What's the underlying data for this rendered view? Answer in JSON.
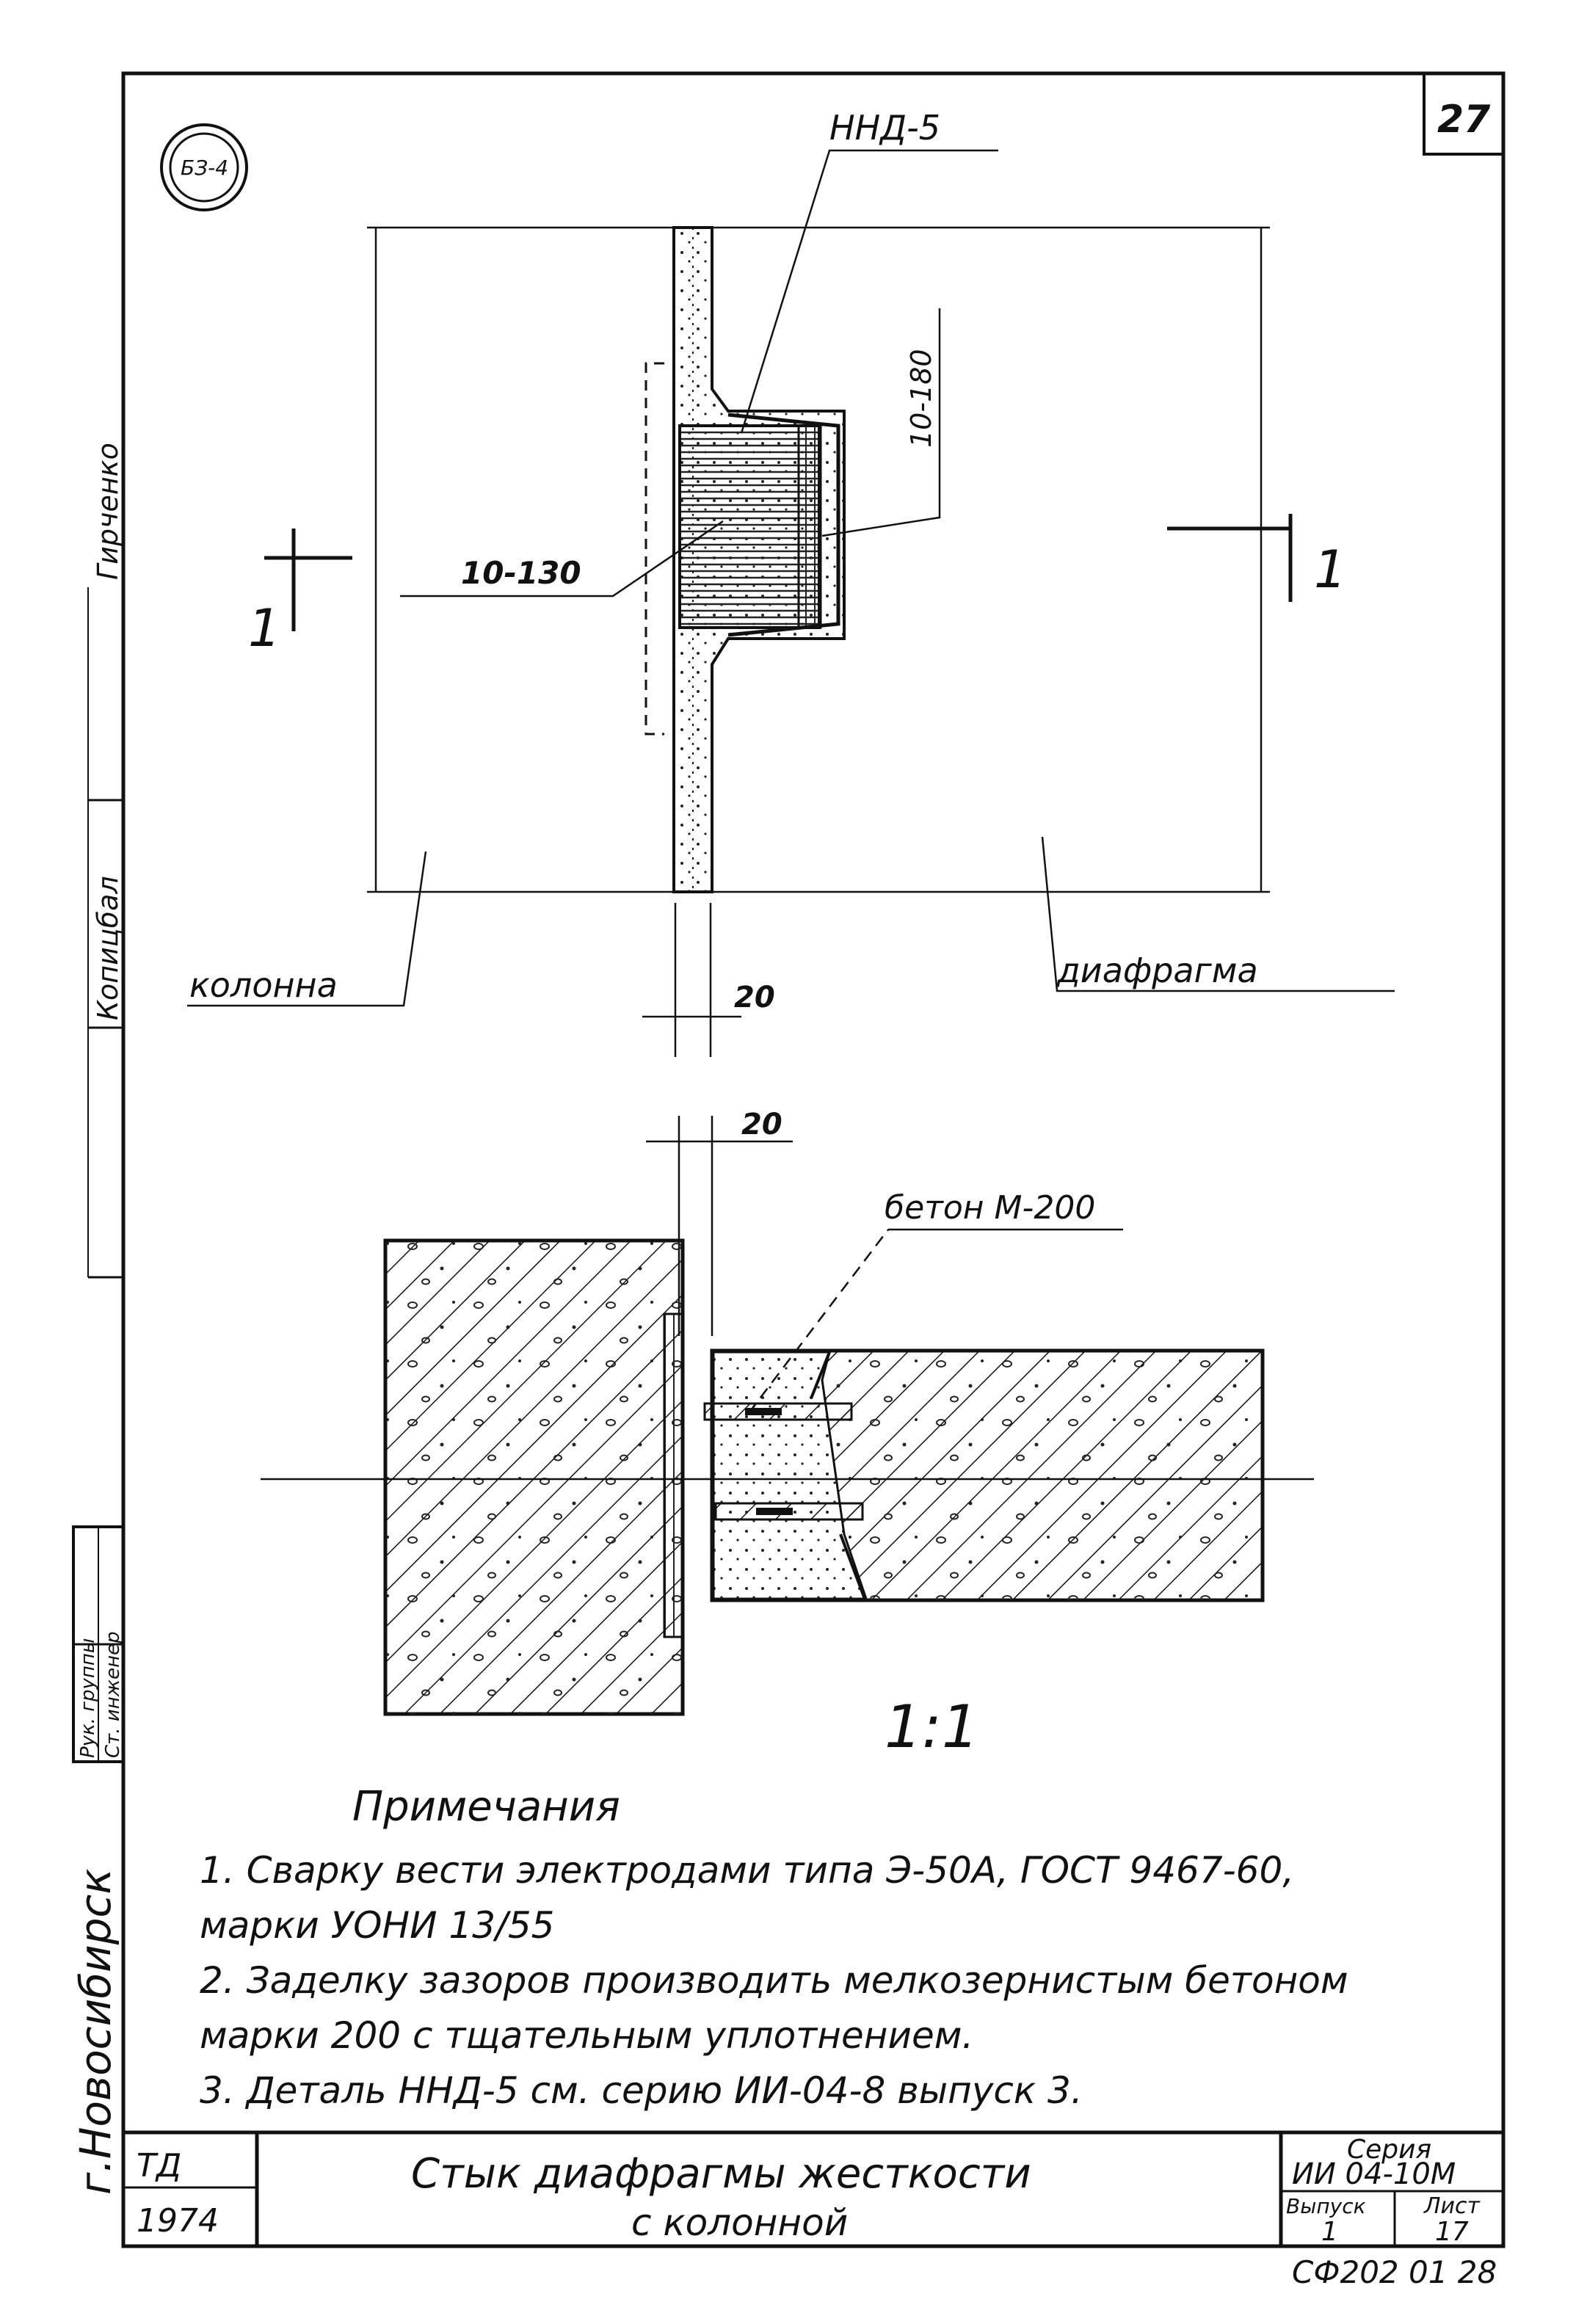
{
  "sheet_number": "27",
  "stamp": "БЗ-4",
  "labels": {
    "detail_mark": "ННД-5",
    "weld_left": "10-130",
    "weld_right": "10-180",
    "column": "колонна",
    "diaphragm": "диафрагма",
    "gap_top": "20",
    "gap_section": "20",
    "concrete": "бетон М-200",
    "section_mark_left": "1",
    "section_mark_right": "1",
    "section_title": "1:1"
  },
  "notes": {
    "title": "Примечания",
    "lines": [
      "1. Сварку вести электродами типа Э-50А, ГОСТ 9467-60,",
      "марки УОНИ 13/55",
      "2. Заделку зазоров производить мелкозернистым бетоном",
      "марки 200 с тщательным уплотнением.",
      "3. Деталь ННД-5 см. серию ИИ-04-8 выпуск 3."
    ]
  },
  "side_stamp": {
    "city": "г.Новосибирск",
    "boxes": [
      "Гирченко",
      "Копицбал",
      "Рук. группы",
      "Ст. инженер"
    ]
  },
  "title_block": {
    "org": "ТД",
    "year": "1974",
    "title_line1": "Стык диафрагмы жесткости",
    "title_line2": "с колонной",
    "series_label": "Серия",
    "series": "ИИ 04-10М",
    "issue_label": "Выпуск",
    "issue": "1",
    "sheet_label": "Лист",
    "sheet": "17",
    "code": "СФ202 01 28"
  }
}
